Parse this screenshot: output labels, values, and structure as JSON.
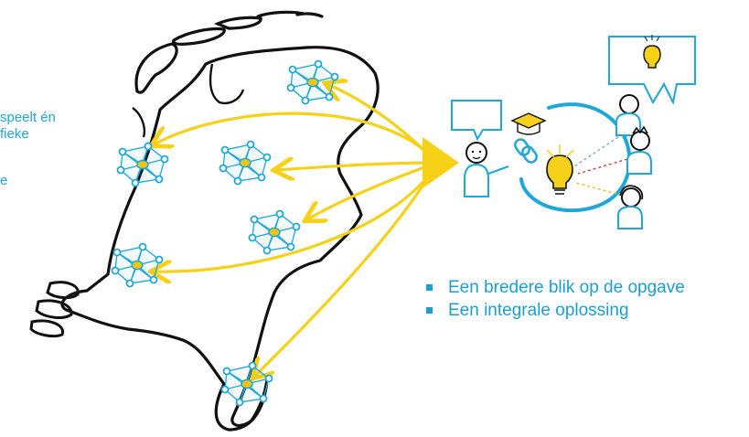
{
  "left_text": {
    "line1": "speelt én",
    "line2": "fieke",
    "line3": "e"
  },
  "bullets": [
    {
      "text": "Een bredere blik op de opgave"
    },
    {
      "text": "Een integrale oplossing"
    }
  ],
  "colors": {
    "accent_blue": "#1ea7d9",
    "arrow_yellow": "#f7d117",
    "outline": "#1a1a1a"
  },
  "icons": [
    "netherlands-map",
    "network-node-cluster",
    "person-icon",
    "graduation-cap-icon",
    "chain-link-icon",
    "lightbulb-icon",
    "speech-bubble-icon"
  ]
}
